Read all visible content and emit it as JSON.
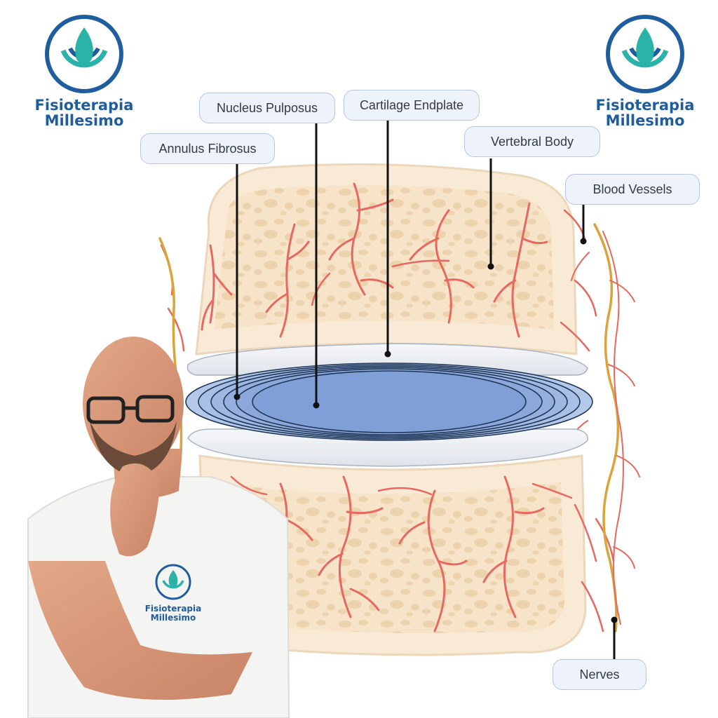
{
  "brand": {
    "line1": "Fisioterapia",
    "line2": "Millesimo"
  },
  "labels": {
    "nucleus_pulposus": "Nucleus Pulposus",
    "cartilage_endplate": "Cartilage Endplate",
    "annulus_fibrosus": "Annulus Fibrosus",
    "vertebral_body": "Vertebral Body",
    "blood_vessels": "Blood Vessels",
    "nerves": "Nerves"
  },
  "icons": [
    "water-drop-logo-icon",
    "vessel-icon",
    "nerve-icon"
  ],
  "colors": {
    "brand_blue": "#1f5d9e",
    "brand_teal": "#2bb3a7",
    "bone": "#f7e3c8",
    "bone_spot": "#ebcfa8",
    "disc_blue": "#86a7da",
    "vessel_red": "#e7685f",
    "nerve_gold": "#d9a53a",
    "label_bg": "#eef3fb"
  }
}
